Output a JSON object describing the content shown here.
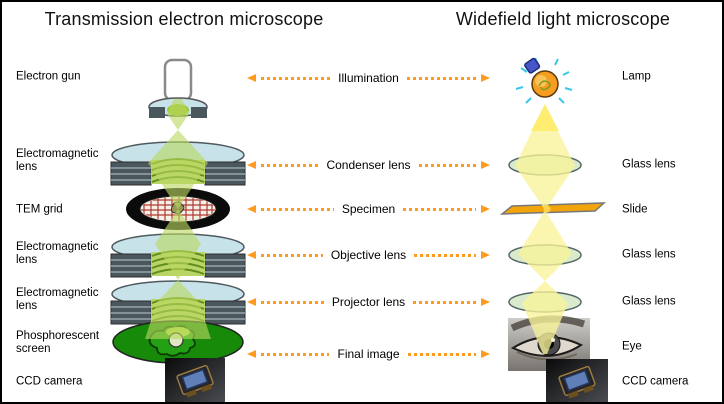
{
  "titles": {
    "left": "Transmission electron microscope",
    "right": "Widefield light microscope"
  },
  "tem_column": {
    "labels": [
      "Electron gun",
      "Electromagnetic lens",
      "TEM grid",
      "Electromagnetic lens",
      "Electromagnetic lens",
      "Phosphorescent screen",
      "CCD camera"
    ]
  },
  "shared_column": {
    "labels": [
      "Illumination",
      "Condenser lens",
      "Specimen",
      "Objective lens",
      "Projector lens",
      "Final image"
    ]
  },
  "light_column": {
    "labels": [
      "Lamp",
      "Glass lens",
      "Slide",
      "Glass lens",
      "Glass lens",
      "Eye",
      "CCD camera"
    ]
  },
  "icons": {
    "tem": [
      "electron-gun-icon",
      "electromagnetic-lens-icon",
      "tem-grid-icon",
      "electromagnetic-lens-icon",
      "electromagnetic-lens-icon",
      "phosphorescent-screen-icon",
      "ccd-camera-icon"
    ],
    "light": [
      "lamp-icon",
      "glass-lens-icon",
      "slide-icon",
      "glass-lens-icon",
      "glass-lens-icon",
      "eye-icon",
      "ccd-camera-icon"
    ]
  },
  "colors": {
    "arrow": "#ff9a1e",
    "electron_beam": "#b9d85f",
    "light_beam": "#f9f398",
    "lens_top": "#c8e2ea",
    "coil_dark": "#4a575c",
    "glass_lens": "#d9ebcc",
    "slide": "#f2a50a",
    "screen": "#178a0a",
    "text": "#000000",
    "border": "#000000"
  }
}
